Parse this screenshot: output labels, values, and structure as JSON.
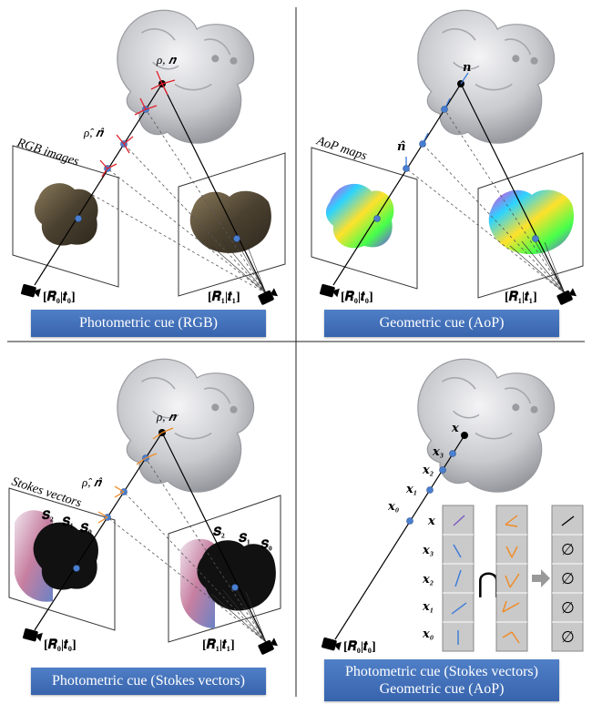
{
  "panels": {
    "top_left": {
      "caption": "Photometric cue (RGB)",
      "map_label": "RGB images",
      "point_label": "ρ, 𝒏",
      "est_label": "ρ̂, 𝒏̂",
      "cam0": "[𝑹₀|𝒕₀]",
      "cam1": "[𝑹₁|𝒕₁]"
    },
    "top_right": {
      "caption": "Geometric cue (AoP)",
      "map_label": "AoP maps",
      "point_label": "𝒏",
      "est_label": "𝒏̂",
      "cam0": "[𝑹₀|𝒕₀]",
      "cam1": "[𝑹₁|𝒕₁]"
    },
    "bottom_left": {
      "caption": "Photometric cue (Stokes vectors)",
      "map_label": "Stokes vectors",
      "point_label": "ρ, 𝒏",
      "est_label": "ρ̂, 𝒏̂",
      "s_labels": [
        "𝑺₂",
        "𝑺₁",
        "𝑺₀"
      ],
      "cam0": "[𝑹₀|𝒕₀]",
      "cam1": "[𝑹₁|𝒕₁]"
    },
    "bottom_right": {
      "caption_line1": "Photometric cue (Stokes vectors)",
      "caption_line2": "Geometric cue (AoP)",
      "point_labels": [
        "𝒙",
        "𝒙₃",
        "𝒙₂",
        "𝒙₁",
        "𝒙₀"
      ],
      "grid_row_labels": [
        "𝒙",
        "𝒙₃",
        "𝒙₂",
        "𝒙₁",
        "𝒙₀"
      ],
      "intersection_symbol": "⋂",
      "empty_symbol": "∅",
      "cam0": "[𝑹₀|𝒕₀]"
    }
  },
  "colors": {
    "caption_bg": "#4472c4",
    "point_blue": "#4a7fd0",
    "normal_red": "#e0202a",
    "normal_orange": "#f08a24",
    "normal_blue": "#3a7ad8"
  }
}
